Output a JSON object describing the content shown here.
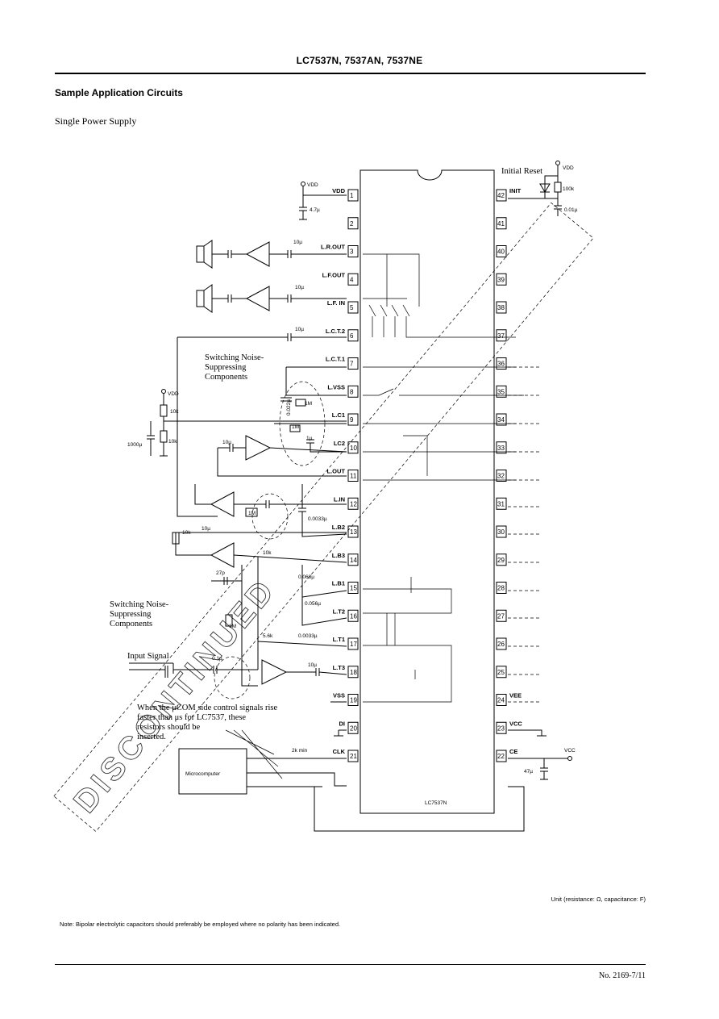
{
  "header": {
    "part_numbers": "LC7537N, 7537AN, 7537NE"
  },
  "section": {
    "title": "Sample Application Circuits",
    "subtitle": "Single Power Supply"
  },
  "chip": {
    "name": "LC7537N",
    "left_pins": [
      {
        "num": "1",
        "label": "VDD"
      },
      {
        "num": "2",
        "label": ""
      },
      {
        "num": "3",
        "label": "L.R.OUT"
      },
      {
        "num": "4",
        "label": "L.F.OUT"
      },
      {
        "num": "5",
        "label": "L.F. IN"
      },
      {
        "num": "6",
        "label": "L.C.T.2"
      },
      {
        "num": "7",
        "label": "L.C.T.1"
      },
      {
        "num": "8",
        "label": "L.VSS"
      },
      {
        "num": "9",
        "label": "L.C1"
      },
      {
        "num": "10",
        "label": "LC2"
      },
      {
        "num": "11",
        "label": "L.OUT"
      },
      {
        "num": "12",
        "label": "L.IN"
      },
      {
        "num": "13",
        "label": "L.B2"
      },
      {
        "num": "14",
        "label": "L.B3"
      },
      {
        "num": "15",
        "label": "L.B1"
      },
      {
        "num": "16",
        "label": "L.T2"
      },
      {
        "num": "17",
        "label": "L.T1"
      },
      {
        "num": "18",
        "label": "L.T3"
      },
      {
        "num": "19",
        "label": "VSS"
      },
      {
        "num": "20",
        "label": "DI"
      },
      {
        "num": "21",
        "label": "CLK"
      }
    ],
    "right_pins": [
      {
        "num": "42",
        "label": "INIT"
      },
      {
        "num": "41",
        "label": ""
      },
      {
        "num": "40",
        "label": ""
      },
      {
        "num": "39",
        "label": ""
      },
      {
        "num": "38",
        "label": ""
      },
      {
        "num": "37",
        "label": ""
      },
      {
        "num": "36",
        "label": ""
      },
      {
        "num": "35",
        "label": ""
      },
      {
        "num": "34",
        "label": ""
      },
      {
        "num": "33",
        "label": ""
      },
      {
        "num": "32",
        "label": ""
      },
      {
        "num": "31",
        "label": ""
      },
      {
        "num": "30",
        "label": ""
      },
      {
        "num": "29",
        "label": ""
      },
      {
        "num": "28",
        "label": ""
      },
      {
        "num": "27",
        "label": ""
      },
      {
        "num": "26",
        "label": ""
      },
      {
        "num": "25",
        "label": ""
      },
      {
        "num": "24",
        "label": "VEE"
      },
      {
        "num": "23",
        "label": "VCC"
      },
      {
        "num": "22",
        "label": "CE"
      }
    ]
  },
  "annotations": {
    "initial_reset": "Initial Reset",
    "vdd": "VDD",
    "vcc": "VCC",
    "switching_noise_1": [
      "Switching Noise-",
      "Suppressing",
      "Components"
    ],
    "switching_noise_2": [
      "Switching Noise-",
      "Suppressing",
      "Components"
    ],
    "input_signal": "Input Signal",
    "mcom_note": [
      "When the μCOM side control signals rise",
      "faster than  μs for LC7537, these",
      "resistors should be",
      "inserted."
    ],
    "microcomputer": "Microcomputer",
    "two_k_min": "2k min"
  },
  "components": {
    "c_4u7": "4.7µ",
    "c_10u_a": "10µ",
    "c_10u_b": "10µ",
    "c_10u_c": "10µ",
    "c_0u1_reset": "0.01µ",
    "r_100k": "100k",
    "r_10k_a": "10k",
    "r_10k_b": "10k",
    "c_1000u": "1000µ",
    "c_10u_d": "10µ",
    "c_1u": "1µ",
    "c_0022": "0.022µ",
    "r_1m_a": "1M",
    "r_1m_b": "1M",
    "r_1m_c": "1M",
    "c_00033_a": "0.0033µ",
    "c_00033_b": "0.0033µ",
    "c_0068": "0.068µ",
    "c_0056": "0.056µ",
    "c_27p": "27p",
    "c_10u_e": "10µ",
    "r_10k_c": "10k",
    "r_10k_d": "10k",
    "r_56k": "5.6k",
    "c_0u1_in": "0.1µ",
    "c_10u_f": "10µ",
    "c_47u": "47µ"
  },
  "footer": {
    "unit_note": "Unit (resistance: Ω, capacitance: F)",
    "note": "Note: Bipolar electrolytic capacitors should preferably be employed where no polarity has been indicated.",
    "page_number": "No. 2169-7/11"
  },
  "watermark": "DISCONTINUED"
}
